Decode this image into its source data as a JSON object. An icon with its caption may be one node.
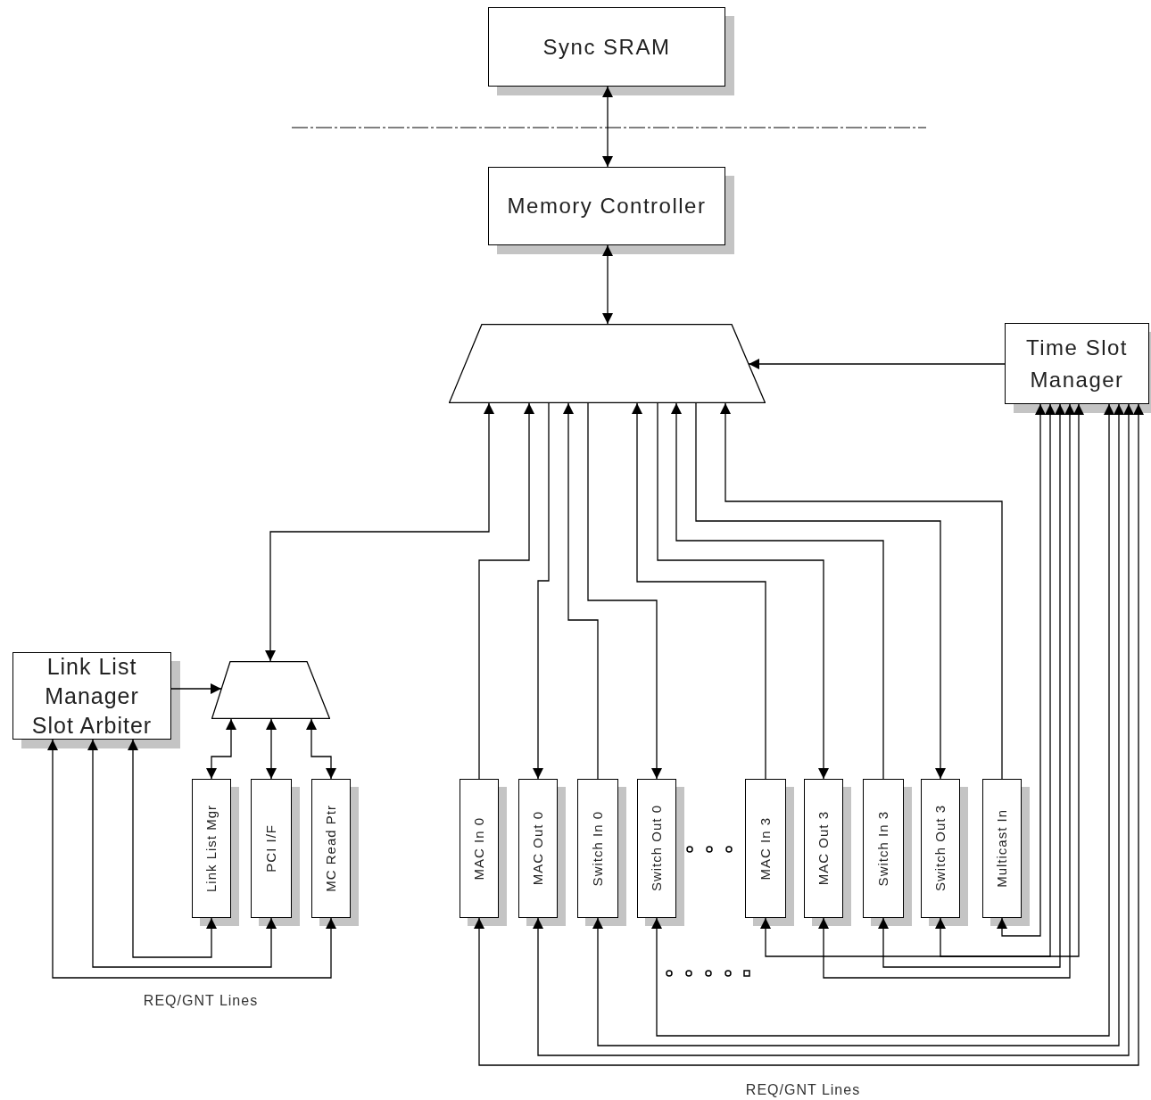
{
  "diagram": {
    "nodes": [
      {
        "text": [
          "Sync SRAM"
        ]
      },
      {
        "text": [
          "Memory Controller"
        ]
      },
      {
        "text": [],
        "shape": "trapezoid"
      },
      {
        "text": [
          "Time Slot Manager"
        ]
      },
      {
        "text": [
          "Link List Manager Slot Arbiter"
        ]
      },
      {
        "text": [],
        "shape": "trapezoid"
      },
      {
        "text": [
          "Link List Mgr"
        ]
      },
      {
        "text": [
          "PCI I/F"
        ]
      },
      {
        "text": [
          "MC Read Ptr"
        ]
      },
      {
        "text": [
          "MAC In 0"
        ]
      },
      {
        "text": [
          "MAC Out 0"
        ]
      },
      {
        "text": [
          "Switch In 0"
        ]
      },
      {
        "text": [
          "Switch Out 0"
        ]
      },
      {
        "text": [
          "MAC In 3"
        ]
      },
      {
        "text": [
          "MAC Out 3"
        ]
      },
      {
        "text": [
          "Switch In 3"
        ]
      },
      {
        "text": [
          "Switch Out 3"
        ]
      },
      {
        "text": [
          "Multicast In"
        ]
      }
    ],
    "edges": [
      {
        "from": 0,
        "to": 1,
        "arrow": "both"
      },
      {
        "from": 1,
        "to": 2,
        "arrow": "both"
      },
      {
        "from": 3,
        "to": 2,
        "arrow": "to"
      },
      {
        "from": 2,
        "to": 5,
        "arrow": "both"
      },
      {
        "from": 9,
        "to": 2,
        "arrow": "to"
      },
      {
        "from": 2,
        "to": 10,
        "arrow": "to"
      },
      {
        "from": 11,
        "to": 2,
        "arrow": "to"
      },
      {
        "from": 2,
        "to": 12,
        "arrow": "to"
      },
      {
        "from": 13,
        "to": 2,
        "arrow": "to"
      },
      {
        "from": 2,
        "to": 14,
        "arrow": "to"
      },
      {
        "from": 15,
        "to": 2,
        "arrow": "to"
      },
      {
        "from": 2,
        "to": 16,
        "arrow": "to"
      },
      {
        "from": 17,
        "to": 2,
        "arrow": "to"
      },
      {
        "from": 4,
        "to": 5,
        "arrow": "to"
      },
      {
        "from": 5,
        "to": 6,
        "arrow": "both"
      },
      {
        "from": 5,
        "to": 7,
        "arrow": "both"
      },
      {
        "from": 5,
        "to": 8,
        "arrow": "both"
      },
      {
        "from": 6,
        "to": 4,
        "arrow": "both"
      },
      {
        "from": 7,
        "to": 4,
        "arrow": "both"
      },
      {
        "from": 8,
        "to": 4,
        "arrow": "both"
      },
      {
        "from": 3,
        "to": 17,
        "arrow": "both"
      },
      {
        "from": 3,
        "to": 13,
        "arrow": "both"
      },
      {
        "from": 3,
        "to": 16,
        "arrow": "both"
      },
      {
        "from": 3,
        "to": 15,
        "arrow": "both"
      },
      {
        "from": 3,
        "to": 14,
        "arrow": "both"
      },
      {
        "from": 3,
        "to": 12,
        "arrow": "both"
      },
      {
        "from": 3,
        "to": 11,
        "arrow": "both"
      },
      {
        "from": 3,
        "to": 10,
        "arrow": "both"
      },
      {
        "from": 3,
        "to": 9,
        "arrow": "both"
      }
    ],
    "labels": [
      "REQ/GNT Lines",
      "REQ/GNT Lines"
    ]
  }
}
